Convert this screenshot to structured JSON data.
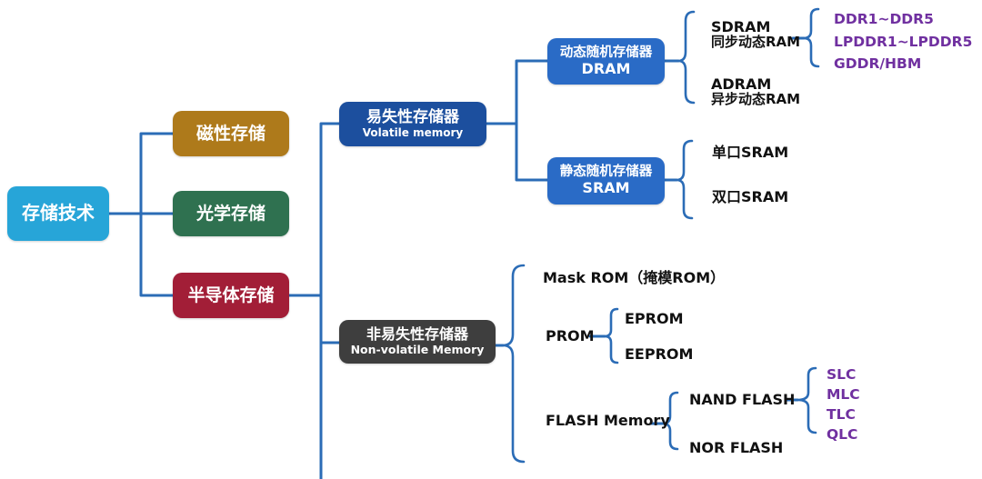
{
  "colors": {
    "connector_blue": "#2B6CB6",
    "root_cyan": "#27A5D8",
    "magnetic_gold": "#AE7A1B",
    "optical_green": "#2F7150",
    "semiconductor_red": "#A21E37",
    "volatile_navy": "#1C4F9E",
    "ram_blue": "#2A6BC6",
    "nonvolatile_gray": "#3E3E3E",
    "leaf_text_black": "#111111",
    "accent_purple": "#7030A0"
  },
  "tree": {
    "root": "存储技术",
    "magnetic": "磁性存储",
    "optical": "光学存储",
    "semiconductor": "半导体存储",
    "volatile": {
      "title": "易失性存储器",
      "subtitle": "Volatile memory"
    },
    "nonvolatile": {
      "title": "非易失性存储器",
      "subtitle": "Non-volatile Memory"
    },
    "dram": {
      "title": "动态随机存储器",
      "subtitle": "DRAM"
    },
    "sram": {
      "title": "静态随机存储器",
      "subtitle": "SRAM"
    },
    "sdram": {
      "line1": "SDRAM",
      "line2": "同步动态RAM"
    },
    "adram": {
      "line1": "ADRAM",
      "line2": "异步动态RAM"
    },
    "ddr_items": [
      "DDR1~DDR5",
      "LPDDR1~LPDDR5",
      "GDDR/HBM"
    ],
    "sram_items": [
      "单口SRAM",
      "双口SRAM"
    ],
    "mask_rom": "Mask ROM（掩模ROM）",
    "prom": "PROM",
    "prom_items": [
      "EPROM",
      "EEPROM"
    ],
    "flash": "FLASH Memory",
    "flash_items": [
      "NAND FLASH",
      "NOR FLASH"
    ],
    "nand_items": [
      "SLC",
      "MLC",
      "TLC",
      "QLC"
    ]
  }
}
